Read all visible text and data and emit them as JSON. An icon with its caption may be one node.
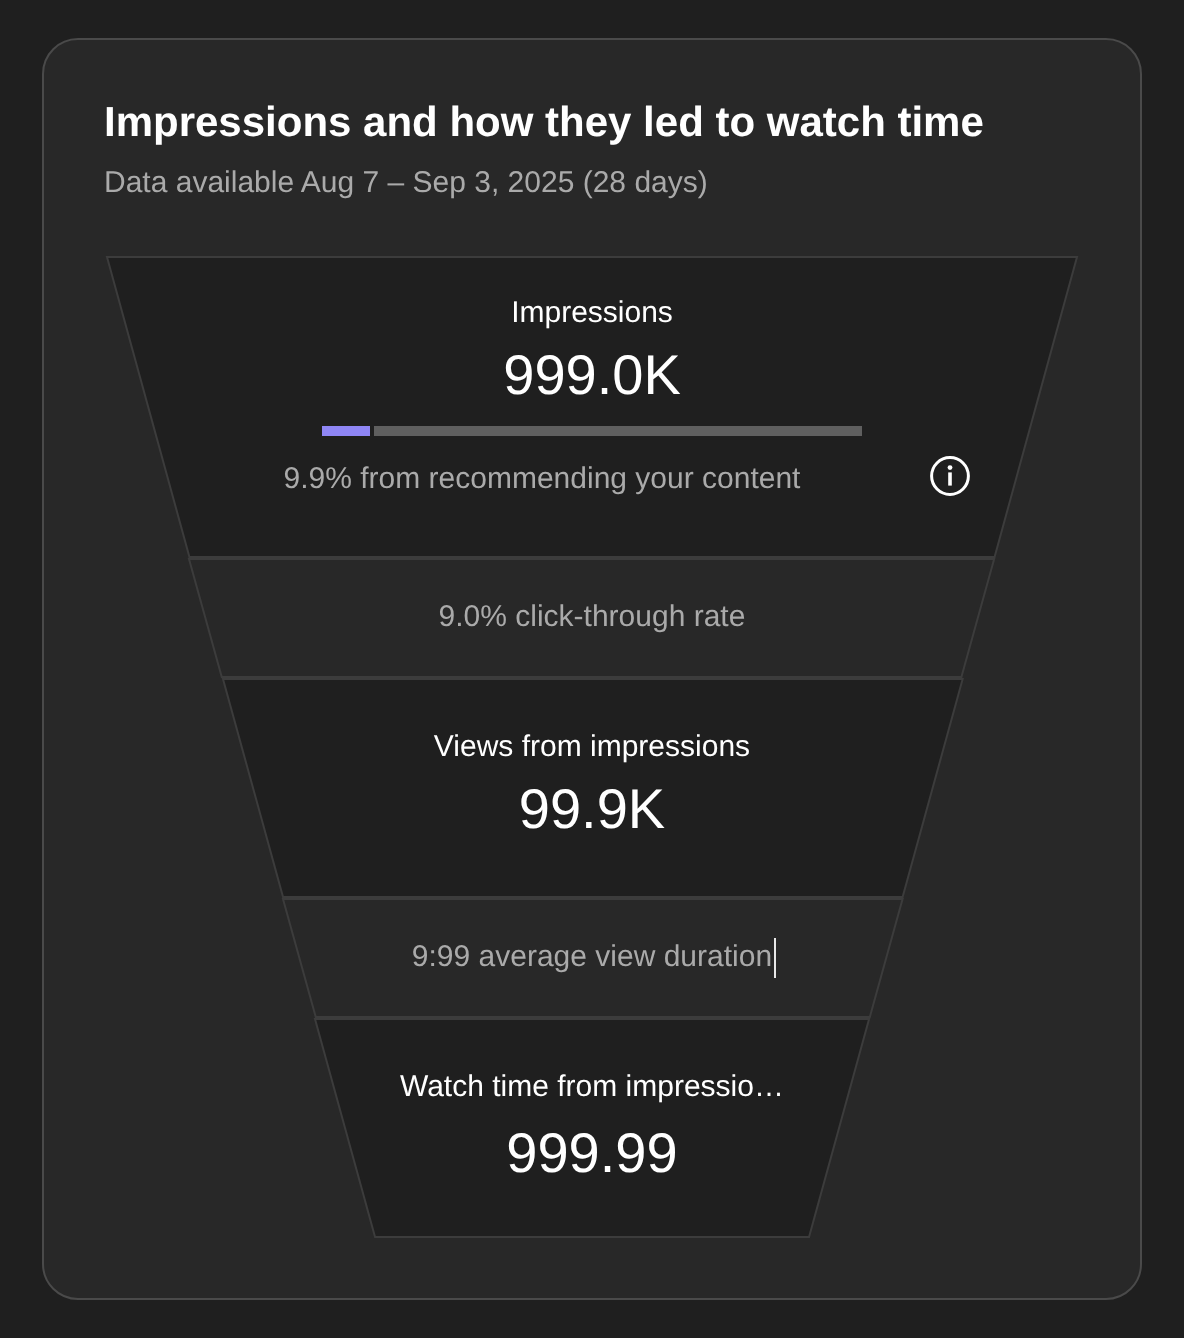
{
  "diagram": {
    "title": "Impressions and how they led to watch time",
    "nodes": [
      {
        "text": [
          "Impressions",
          "999.0K",
          "9.9% from recommending your content"
        ]
      },
      {
        "text": [
          "9.0% click-through rate"
        ]
      },
      {
        "text": [
          "Views from impressions",
          "99.9K"
        ]
      },
      {
        "text": [
          "9:99 average view duration"
        ]
      },
      {
        "text": [
          "Watch time from impressio…",
          "999.99"
        ]
      }
    ],
    "labels": [
      "Data available Aug 7 – Sep 3, 2025 (28 days)"
    ]
  }
}
